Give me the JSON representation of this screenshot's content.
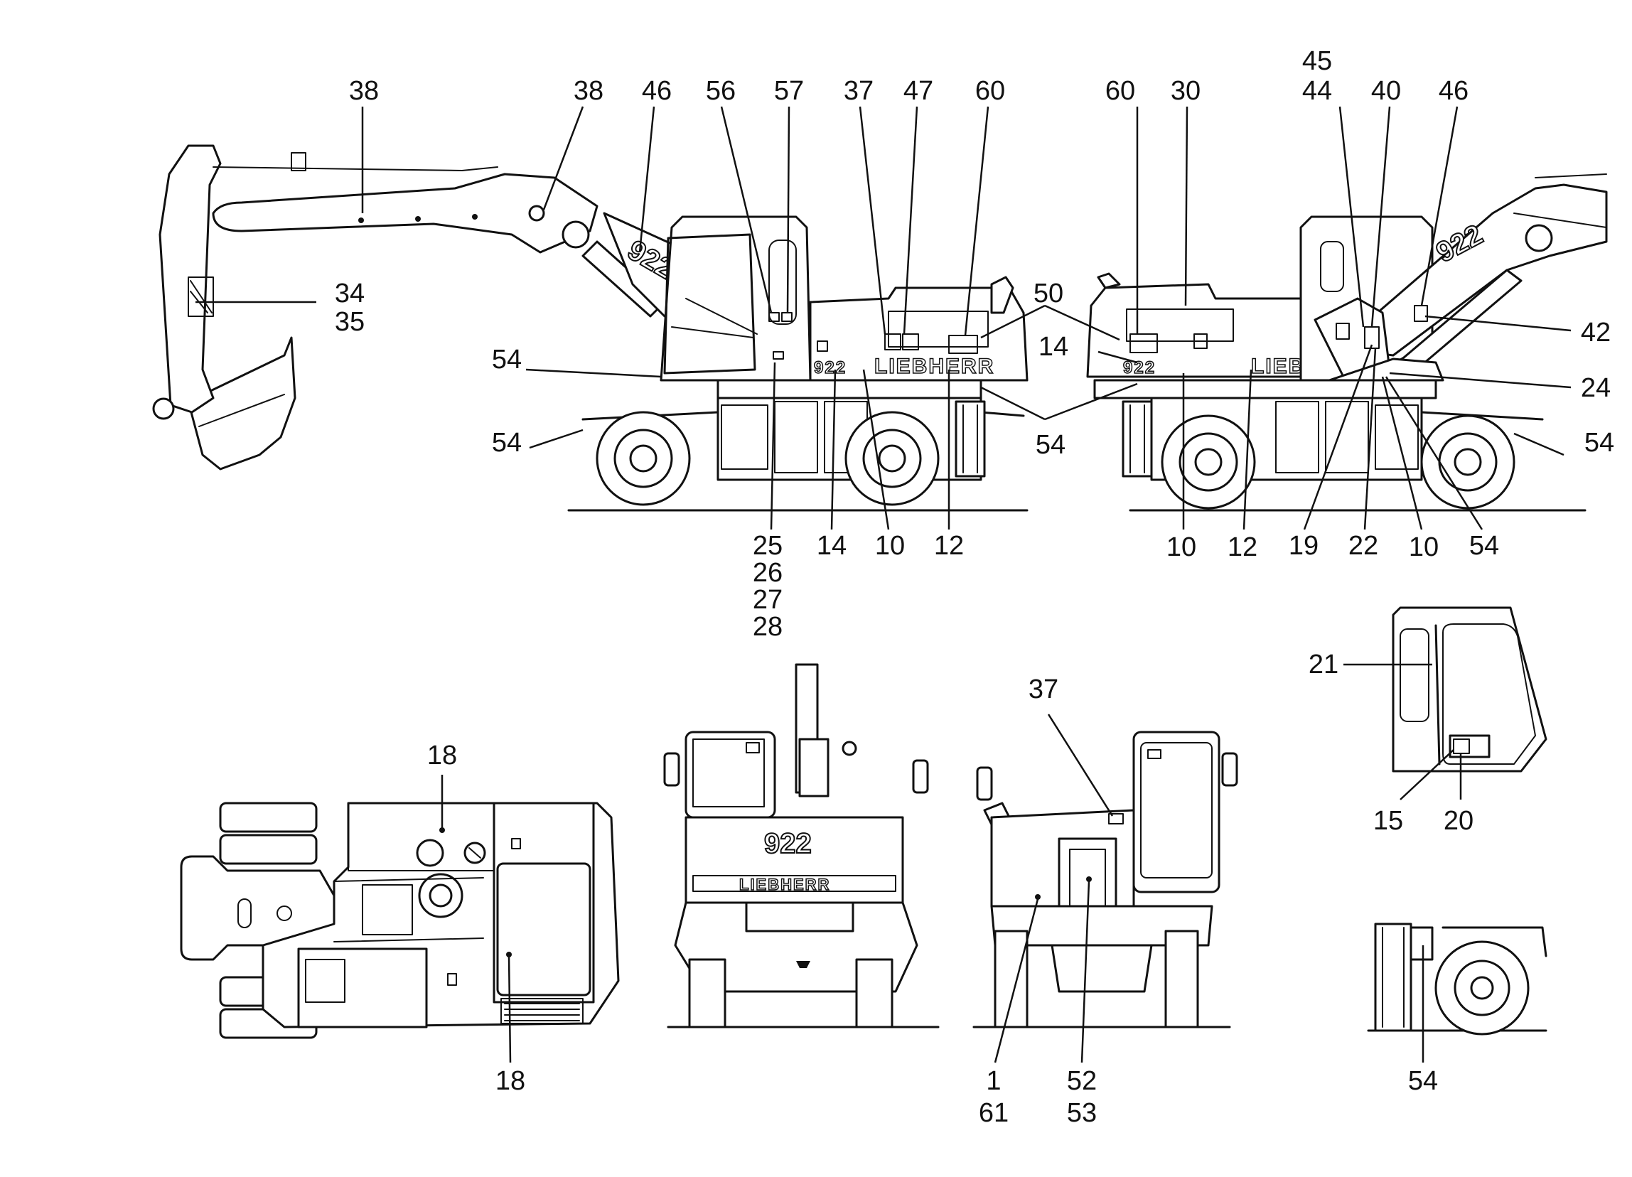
{
  "brand_text": "LIEBHERR",
  "model_text": "922",
  "callouts": [
    {
      "id": "c38a",
      "text": "38"
    },
    {
      "id": "c38b",
      "text": "38"
    },
    {
      "id": "c46a",
      "text": "46"
    },
    {
      "id": "c56",
      "text": "56"
    },
    {
      "id": "c57",
      "text": "57"
    },
    {
      "id": "c37a",
      "text": "37"
    },
    {
      "id": "c47",
      "text": "47"
    },
    {
      "id": "c60a",
      "text": "60"
    },
    {
      "id": "c60b",
      "text": "60"
    },
    {
      "id": "c30",
      "text": "30"
    },
    {
      "id": "c45",
      "text": "45"
    },
    {
      "id": "c44",
      "text": "44"
    },
    {
      "id": "c40",
      "text": "40"
    },
    {
      "id": "c46b",
      "text": "46"
    },
    {
      "id": "c34",
      "text": "34"
    },
    {
      "id": "c35",
      "text": "35"
    },
    {
      "id": "c50",
      "text": "50"
    },
    {
      "id": "c14a",
      "text": "14"
    },
    {
      "id": "c42",
      "text": "42"
    },
    {
      "id": "c54a",
      "text": "54"
    },
    {
      "id": "c24",
      "text": "24"
    },
    {
      "id": "c54b",
      "text": "54"
    },
    {
      "id": "c54c",
      "text": "54"
    },
    {
      "id": "c54d",
      "text": "54"
    },
    {
      "id": "c25",
      "text": "25"
    },
    {
      "id": "c26",
      "text": "26"
    },
    {
      "id": "c27",
      "text": "27"
    },
    {
      "id": "c28",
      "text": "28"
    },
    {
      "id": "c14b",
      "text": "14"
    },
    {
      "id": "c10a",
      "text": "10"
    },
    {
      "id": "c12a",
      "text": "12"
    },
    {
      "id": "c10b",
      "text": "10"
    },
    {
      "id": "c12b",
      "text": "12"
    },
    {
      "id": "c19",
      "text": "19"
    },
    {
      "id": "c22",
      "text": "22"
    },
    {
      "id": "c10c",
      "text": "10"
    },
    {
      "id": "c54e",
      "text": "54"
    },
    {
      "id": "c21",
      "text": "21"
    },
    {
      "id": "c15",
      "text": "15"
    },
    {
      "id": "c20",
      "text": "20"
    },
    {
      "id": "c18a",
      "text": "18"
    },
    {
      "id": "c18b",
      "text": "18"
    },
    {
      "id": "c37b",
      "text": "37"
    },
    {
      "id": "c1",
      "text": "1"
    },
    {
      "id": "c61",
      "text": "61"
    },
    {
      "id": "c52",
      "text": "52"
    },
    {
      "id": "c53",
      "text": "53"
    },
    {
      "id": "c54f",
      "text": "54"
    }
  ]
}
